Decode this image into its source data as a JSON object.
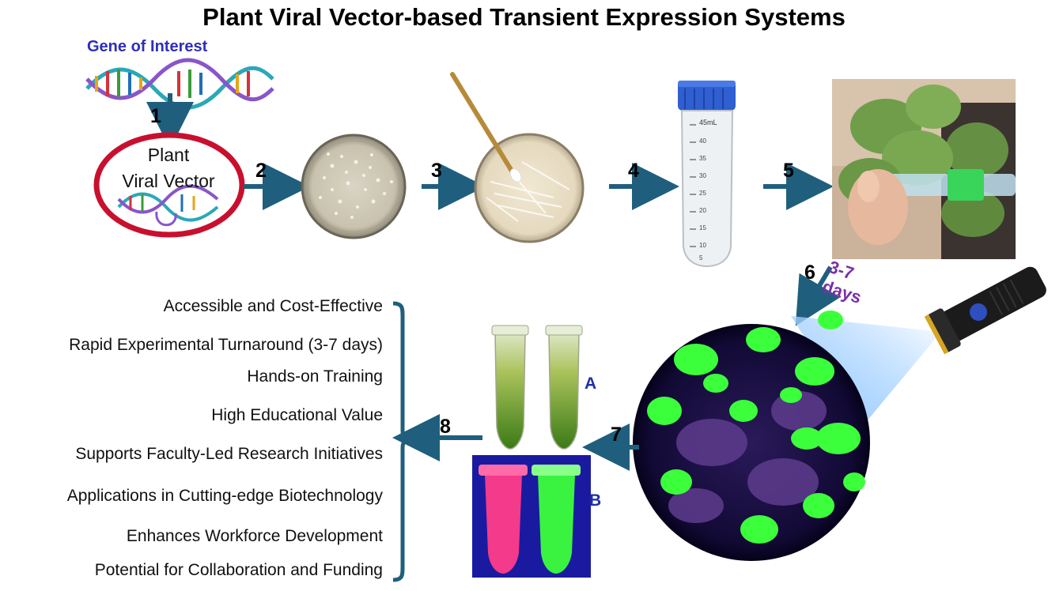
{
  "title": "Plant Viral Vector-based Transient Expression Systems",
  "gene_label": "Gene of Interest",
  "vector_label": [
    "Plant",
    "Viral Vector"
  ],
  "steps": [
    "1",
    "2",
    "3",
    "4",
    "5",
    "6",
    "7",
    "8"
  ],
  "incubation": [
    "3-7",
    "days"
  ],
  "tube_scale_label": "45mL",
  "tube_marks": [
    "40",
    "35",
    "30",
    "25",
    "20",
    "15",
    "10",
    "5"
  ],
  "panel_labels": [
    "A",
    "B"
  ],
  "benefits": [
    "Accessible and Cost-Effective",
    "Rapid Experimental Turnaround (3-7 days)",
    "Hands-on Training",
    "High Educational Value",
    "Supports Faculty-Led Research Initiatives",
    "Applications in Cutting-edge Biotechnology",
    "Enhances Workforce Development",
    "Potential for Collaboration and Funding"
  ],
  "colors": {
    "arrow": "#1f5f7d",
    "vector_ring": "#c8102e",
    "gene_label": "#2e2fb8",
    "days_label": "#7a2fa8",
    "panel_label": "#1d2fa8",
    "gfp_green": "#3cff3c",
    "uv_blue": "#1a1aa0"
  }
}
